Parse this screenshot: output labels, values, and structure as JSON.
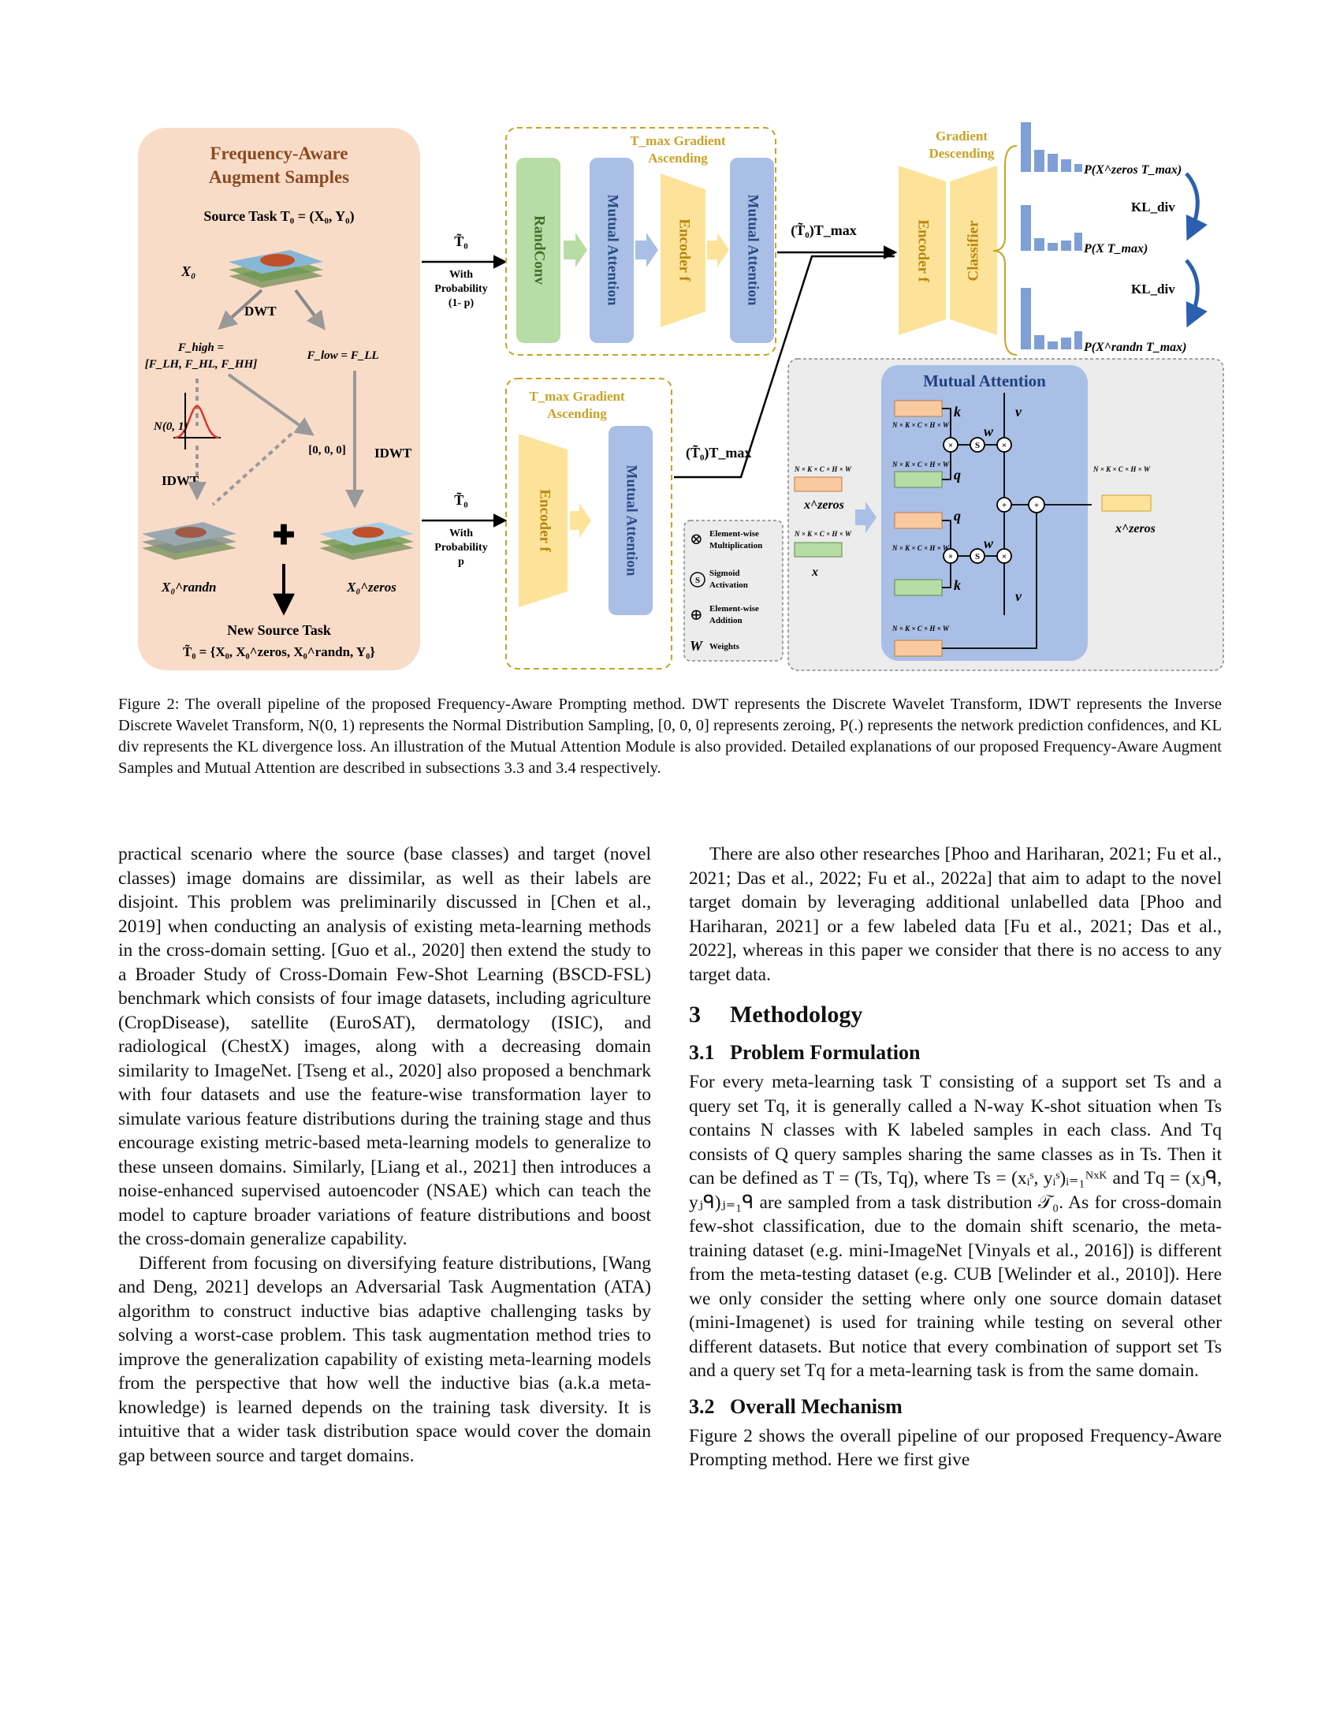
{
  "figure": {
    "faas_title_1": "Frequency-Aware",
    "faas_title_2": "Augment Samples",
    "source_task": "Source Task T₀ = (X₀, Y₀)",
    "x0": "X₀",
    "dwt": "DWT",
    "idwt": "IDWT",
    "f_high_1": "F_high =",
    "f_high_2": "[F_LH, F_HL, F_HH]",
    "f_low": "F_low = F_LL",
    "normal": "N(0, 1)",
    "zeroing": "[0, 0, 0]",
    "x0_randn": "X₀^randn",
    "x0_zeros": "X₀^zeros",
    "new_source_1": "New Source Task",
    "new_source_2": "T̃₀ = {X₀, X₀^zeros, X₀^randn, Y₀}",
    "t0_tilde": "T̃₀",
    "with_prob": "With",
    "prob_label": "Probability",
    "one_minus_p": "(1- p)",
    "p": "p",
    "tmax_top_1": "T_max Gradient",
    "tmax_top_2": "Ascending",
    "tmax_bottom_1": "T_max Gradient",
    "tmax_bottom_2": "Ascending",
    "randconv": "RandConv",
    "mutual_attention": "Mutual Attention",
    "encoder": "Encoder f",
    "t0_tmax": "(T̃₀)T_max",
    "grad_desc_1": "Gradient",
    "grad_desc_2": "Descending",
    "classifier": "Classifier",
    "p_zeros": "P(X^zeros T_max)",
    "p_tmax": "P(X T_max)",
    "p_randn": "P(X^randn T_max)",
    "kl_div": "KL_div",
    "ma_title": "Mutual Attention",
    "dim_label": "N × K × C × H × W",
    "x_zeros": "x^zeros",
    "x": "x",
    "k": "k",
    "q": "q",
    "v": "v",
    "w": "w",
    "legend_mult_1": "Element-wise",
    "legend_mult_2": "Multiplication",
    "legend_sig_1": "Sigmoid",
    "legend_sig_2": "Activation",
    "legend_add_1": "Element-wise",
    "legend_add_2": "Addition",
    "legend_w": "Weights",
    "colors": {
      "peach": "#f9dcc8",
      "green": "#b7dca5",
      "blue": "#a9bfe6",
      "yellow": "#fde39a",
      "gold": "#c9a227",
      "grey": "#ececec",
      "bar": "#7f9fd6"
    }
  },
  "caption": "Figure 2: The overall pipeline of the proposed Frequency-Aware Prompting method. DWT represents the Discrete Wavelet Transform, IDWT represents the Inverse Discrete Wavelet Transform, N(0, 1) represents the Normal Distribution Sampling, [0, 0, 0] represents zeroing, P(.) represents the network prediction confidences, and KL div represents the KL divergence loss. An illustration of the Mutual Attention Module is also provided. Detailed explanations of our proposed Frequency-Aware Augment Samples and Mutual Attention are described in subsections 3.3 and 3.4 respectively.",
  "left_column": {
    "p1": "practical scenario where the source (base classes) and target (novel classes) image domains are dissimilar, as well as their labels are disjoint. This problem was preliminarily discussed in [Chen et al., 2019] when conducting an analysis of existing meta-learning methods in the cross-domain setting. [Guo et al., 2020] then extend the study to a Broader Study of Cross-Domain Few-Shot Learning (BSCD-FSL) benchmark which consists of four image datasets, including agriculture (CropDisease), satellite (EuroSAT), dermatology (ISIC), and radiological (ChestX) images, along with a decreasing domain similarity to ImageNet. [Tseng et al., 2020] also proposed a benchmark with four datasets and use the feature-wise transformation layer to simulate various feature distributions during the training stage and thus encourage existing metric-based meta-learning models to generalize to these unseen domains. Similarly, [Liang et al., 2021] then introduces a noise-enhanced supervised autoencoder (NSAE) which can teach the model to capture broader variations of feature distributions and boost the cross-domain generalize capability.",
    "p2": "Different from focusing on diversifying feature distributions, [Wang and Deng, 2021] develops an Adversarial Task Augmentation (ATA) algorithm to construct inductive bias adaptive challenging tasks by solving a worst-case problem. This task augmentation method tries to improve the generalization capability of existing meta-learning models from the perspective that how well the inductive bias (a.k.a meta-knowledge) is learned depends on the training task diversity. It is intuitive that a wider task distribution space would cover the domain gap between source and target domains."
  },
  "right_column": {
    "p1": "There are also other researches [Phoo and Hariharan, 2021; Fu et al., 2021; Das et al., 2022; Fu et al., 2022a] that aim to adapt to the novel target domain by leveraging additional unlabelled data [Phoo and Hariharan, 2021] or a few labeled data [Fu et al., 2021; Das et al., 2022], whereas in this paper we consider that there is no access to any target data.",
    "sec3_num": "3",
    "sec3_title": "Methodology",
    "sec31_num": "3.1",
    "sec31_title": "Problem Formulation",
    "p2": "For every meta-learning task T consisting of a support set Ts and a query set Tq, it is generally called a N-way K-shot situation when Ts contains N classes with K labeled samples in each class. And Tq consists of Q query samples sharing the same classes as in Ts. Then it can be defined as T = (Ts, Tq), where Ts = (xᵢˢ, yᵢˢ)ᵢ₌₁ᴺˣᴷ and Tq = (xⱼᑫ, yⱼᑫ)ⱼ₌₁ᑫ are sampled from a task distribution 𝒯₀. As for cross-domain few-shot classification, due to the domain shift scenario, the meta-training dataset (e.g. mini-ImageNet [Vinyals et al., 2016]) is different from the meta-testing dataset (e.g. CUB [Welinder et al., 2010]). Here we only consider the setting where only one source domain dataset (mini-Imagenet) is used for training while testing on several other different datasets. But notice that every combination of support set Ts and a query set Tq for a meta-learning task is from the same domain.",
    "sec32_num": "3.2",
    "sec32_title": "Overall Mechanism",
    "p3": "Figure 2 shows the overall pipeline of our proposed Frequency-Aware Prompting method. Here we first give"
  }
}
